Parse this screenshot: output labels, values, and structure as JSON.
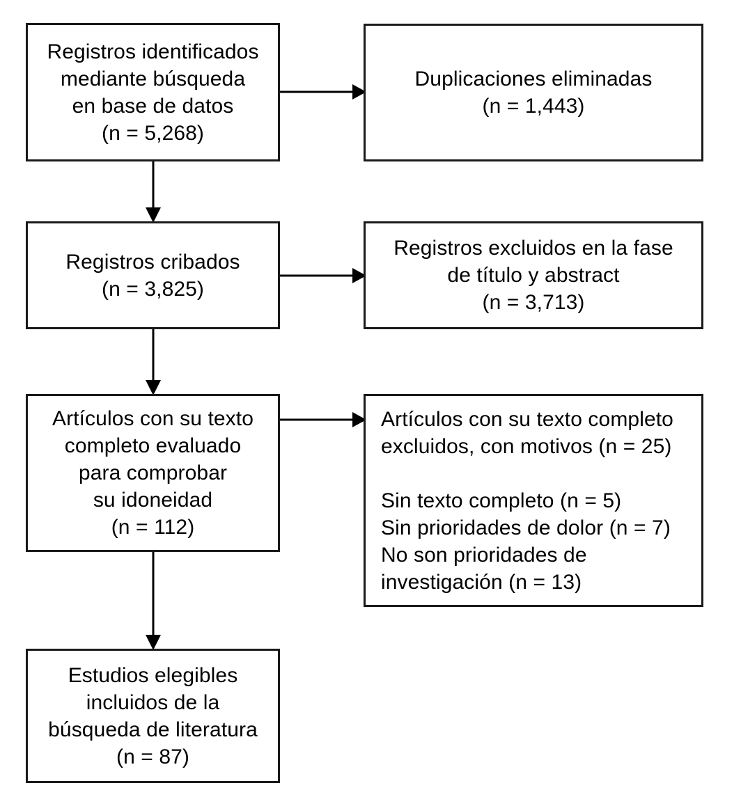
{
  "diagram": {
    "type": "prisma-flow-diagram",
    "language": "es",
    "colors": {
      "box_border": "#1a1a1a",
      "box_fill": "#ffffff",
      "arrow": "#000000",
      "text": "#000000",
      "background": "#ffffff"
    },
    "boxes": [
      {
        "id": "identified",
        "name": "records-identified-box",
        "align": "center",
        "text": "Registros identificados\nmediante búsqueda\nen base de datos\n(n = 5,268)",
        "count_label": "(n = 5,268)",
        "count": 5268
      },
      {
        "id": "duplicates",
        "name": "duplicates-removed-box",
        "align": "center",
        "text": "Duplicaciones eliminadas\n(n = 1,443)",
        "count_label": "(n = 1,443)",
        "count": 1443
      },
      {
        "id": "screened",
        "name": "records-screened-box",
        "align": "center",
        "text": "Registros cribados\n(n = 3,825)",
        "count_label": "(n = 3,825)",
        "count": 3825
      },
      {
        "id": "excluded-title-abstract",
        "name": "records-excluded-title-abstract-box",
        "align": "center",
        "text": "Registros excluidos en la fase\nde título y abstract\n(n = 3,713)",
        "count_label": "(n = 3,713)",
        "count": 3713
      },
      {
        "id": "fulltext-assessed",
        "name": "full-text-assessed-box",
        "align": "center",
        "text": "Artículos con su texto\ncompleto evaluado\npara comprobar\nsu idoneidad\n(n = 112)",
        "count_label": "(n = 112)",
        "count": 112
      },
      {
        "id": "fulltext-excluded",
        "name": "full-text-excluded-box",
        "align": "left",
        "text": "Artículos con su texto completo\nexcluidos, con motivos (n = 25)\n\nSin texto completo (n = 5)\nSin prioridades de dolor (n = 7)\nNo son prioridades de\ninvestigación (n = 13)",
        "count_label": "(n = 25)",
        "count": 25,
        "reasons": [
          {
            "label": "Sin texto completo",
            "count_label": "(n = 5)",
            "count": 5
          },
          {
            "label": "Sin prioridades de dolor",
            "count_label": "(n = 7)",
            "count": 7
          },
          {
            "label": "No son prioridades de investigación",
            "count_label": "(n = 13)",
            "count": 13
          }
        ]
      },
      {
        "id": "included",
        "name": "studies-included-box",
        "align": "center",
        "text": "Estudios elegibles\nincluidos de la\nbúsqueda de literatura\n(n = 87)",
        "count_label": "(n = 87)",
        "count": 87
      }
    ],
    "connectors": [
      {
        "id": "identified-to-duplicates",
        "direction": "right",
        "from": "identified",
        "to": "duplicates"
      },
      {
        "id": "identified-to-screened",
        "direction": "down",
        "from": "identified",
        "to": "screened"
      },
      {
        "id": "screened-to-excluded-ta",
        "direction": "right",
        "from": "screened",
        "to": "excluded-title-abstract"
      },
      {
        "id": "screened-to-fulltext",
        "direction": "down",
        "from": "screened",
        "to": "fulltext-assessed"
      },
      {
        "id": "fulltext-to-excluded-ft",
        "direction": "right",
        "from": "fulltext-assessed",
        "to": "fulltext-excluded"
      },
      {
        "id": "fulltext-to-included",
        "direction": "down",
        "from": "fulltext-assessed",
        "to": "included"
      }
    ]
  }
}
